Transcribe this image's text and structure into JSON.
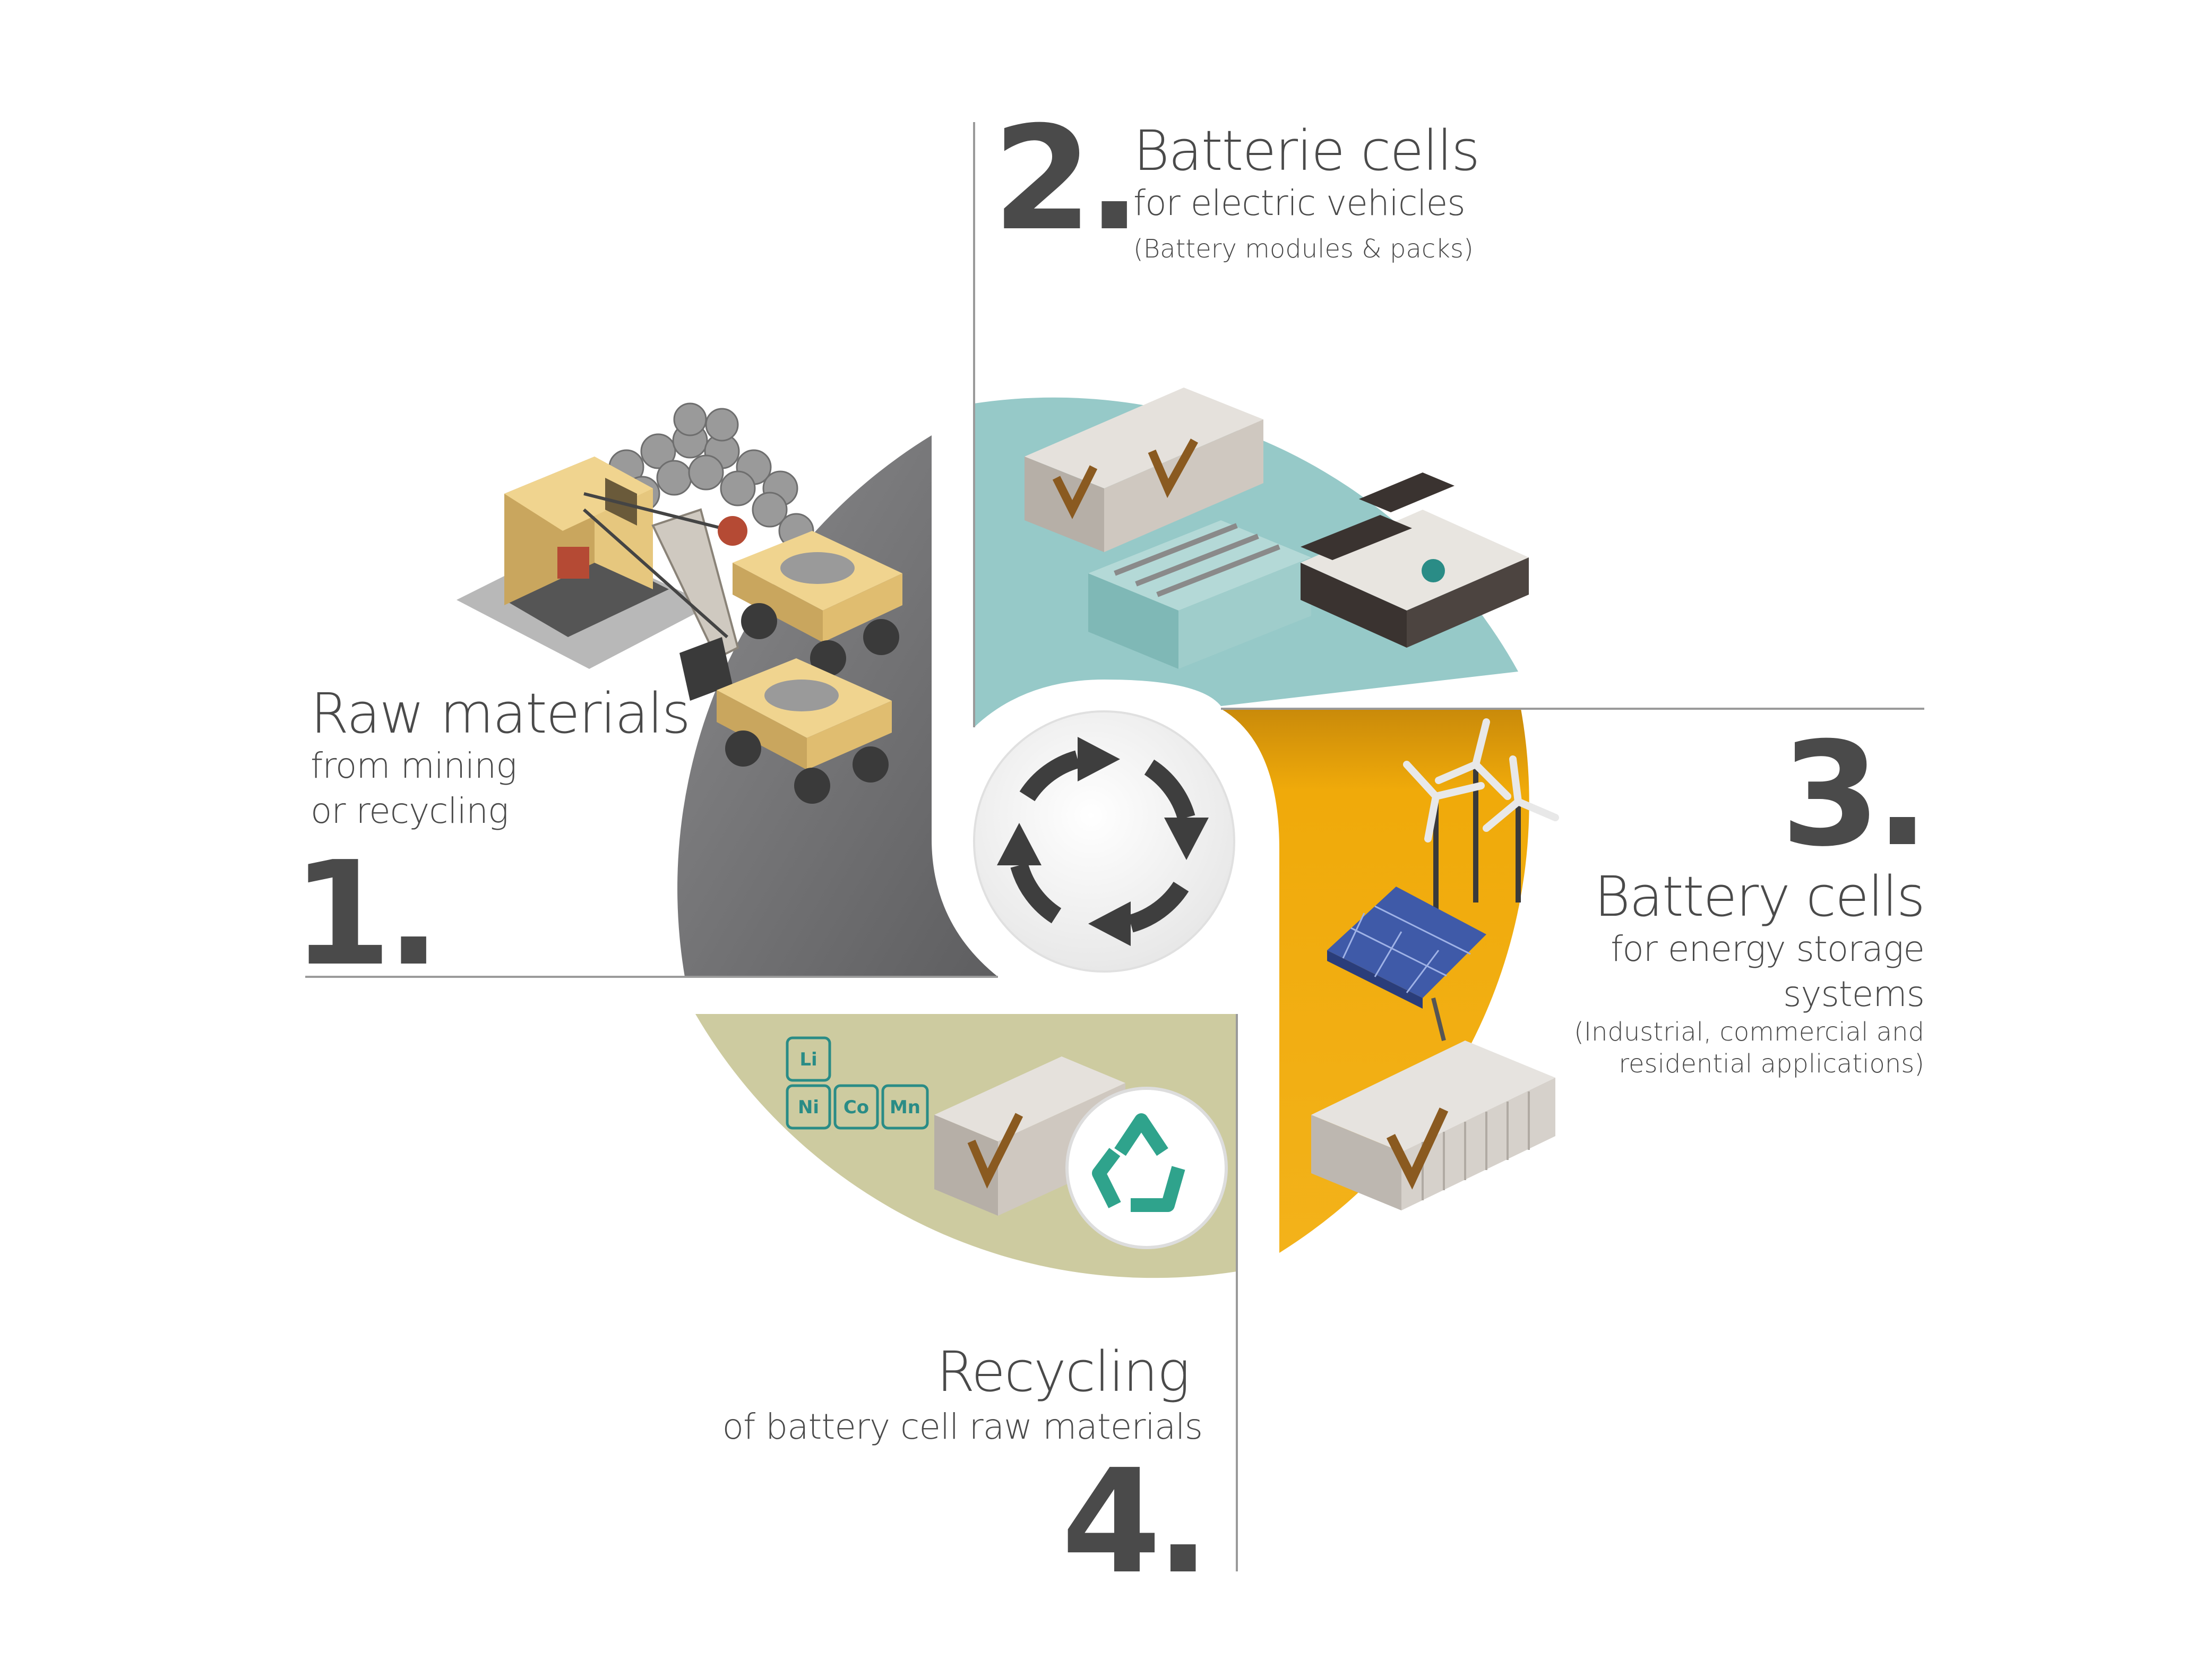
{
  "colors": {
    "gray": "#7b7b7d",
    "teal": "#96c9c8",
    "yellow": "#f0aa0a",
    "olive": "#cdcba0",
    "text": "#4a4a4a",
    "line": "#9a9a9a",
    "arrow": "#3e3e3e"
  },
  "cycle_icon": "circular-arrows-icon",
  "steps": [
    {
      "number": "1.",
      "title": "Raw materials",
      "subtitle_line1": "from mining",
      "subtitle_line2": "or recycling",
      "icon": "mining-excavator-icon"
    },
    {
      "number": "2.",
      "title": "Batterie cells",
      "subtitle_line1": "for electric vehicles",
      "note": "(Battery modules & packs)",
      "icon": "battery-modules-icon"
    },
    {
      "number": "3.",
      "title": "Battery cells",
      "subtitle_line1": "for energy storage",
      "subtitle_line2": "systems",
      "note_line1": "(Industrial, commercial and",
      "note_line2": "residential applications)",
      "icon": "wind-solar-container-icon"
    },
    {
      "number": "4.",
      "title": "Recycling",
      "subtitle_line1": "of battery cell raw materials",
      "icon": "recycle-battery-icon"
    }
  ],
  "elements": [
    "Li",
    "Ni",
    "Co",
    "Mn"
  ]
}
